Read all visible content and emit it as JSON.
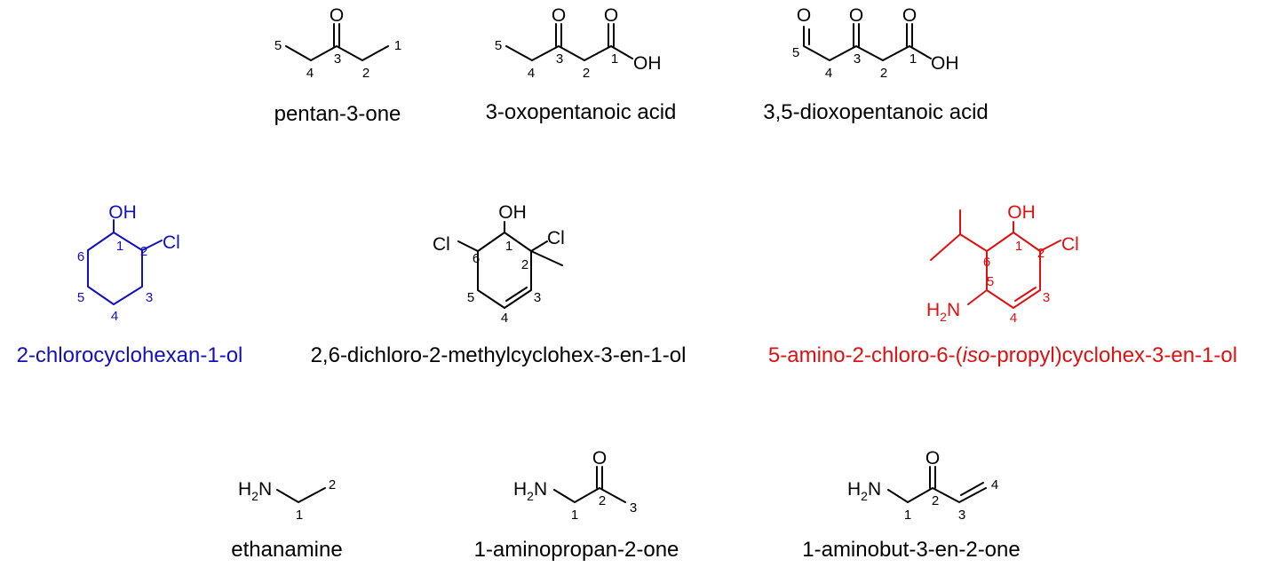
{
  "compounds": [
    {
      "name": "pentan-3-one",
      "color": "#000000",
      "atoms": {
        "o": "O"
      },
      "locants": {
        "n1": "1",
        "n2": "2",
        "n3": "3",
        "n4": "4",
        "n5": "5"
      }
    },
    {
      "name": "3-oxopentanoic acid",
      "color": "#000000",
      "atoms": {
        "o3": "O",
        "o1": "O",
        "oh": "OH"
      },
      "locants": {
        "n1": "1",
        "n2": "2",
        "n3": "3",
        "n4": "4",
        "n5": "5"
      }
    },
    {
      "name": "3,5-dioxopentanoic acid",
      "color": "#000000",
      "atoms": {
        "o5": "O",
        "o3": "O",
        "o1": "O",
        "oh": "OH"
      },
      "locants": {
        "n1": "1",
        "n2": "2",
        "n3": "3",
        "n4": "4",
        "n5": "5"
      }
    },
    {
      "name": "2-chlorocyclohexan-1-ol",
      "color": "#1010c0",
      "atoms": {
        "oh": "OH",
        "cl": "Cl"
      },
      "locants": {
        "n1": "1",
        "n2": "2",
        "n3": "3",
        "n4": "4",
        "n5": "5",
        "n6": "6"
      }
    },
    {
      "name": "2,6-dichloro-2-methylcyclohex-3-en-1-ol",
      "color": "#000000",
      "atoms": {
        "oh": "OH",
        "cl2": "Cl",
        "cl6": "Cl"
      },
      "locants": {
        "n1": "1",
        "n2": "2",
        "n3": "3",
        "n4": "4",
        "n5": "5",
        "n6": "6"
      }
    },
    {
      "name_parts": [
        "5-amino-2-chloro-6-(",
        "iso",
        "-propyl)cyclohex-3-en-1-ol"
      ],
      "color": "#e01010",
      "atoms": {
        "oh": "OH",
        "cl": "Cl",
        "h": "H",
        "sub2": "2",
        "n": "N"
      },
      "locants": {
        "n1": "1",
        "n2": "2",
        "n3": "3",
        "n4": "4",
        "n5": "5",
        "n6": "6"
      }
    },
    {
      "name": "ethanamine",
      "color": "#000000",
      "atoms": {
        "h": "H",
        "sub2": "2",
        "n": "N"
      },
      "locants": {
        "n1": "1",
        "n2": "2"
      }
    },
    {
      "name": "1-aminopropan-2-one",
      "color": "#000000",
      "atoms": {
        "h": "H",
        "sub2": "2",
        "n": "N",
        "o": "O"
      },
      "locants": {
        "n1": "1",
        "n2": "2",
        "n3": "3"
      }
    },
    {
      "name": "1-aminobut-3-en-2-one",
      "color": "#000000",
      "atoms": {
        "h": "H",
        "sub2": "2",
        "n": "N",
        "o": "O"
      },
      "locants": {
        "n1": "1",
        "n2": "2",
        "n3": "3",
        "n4": "4"
      }
    }
  ]
}
